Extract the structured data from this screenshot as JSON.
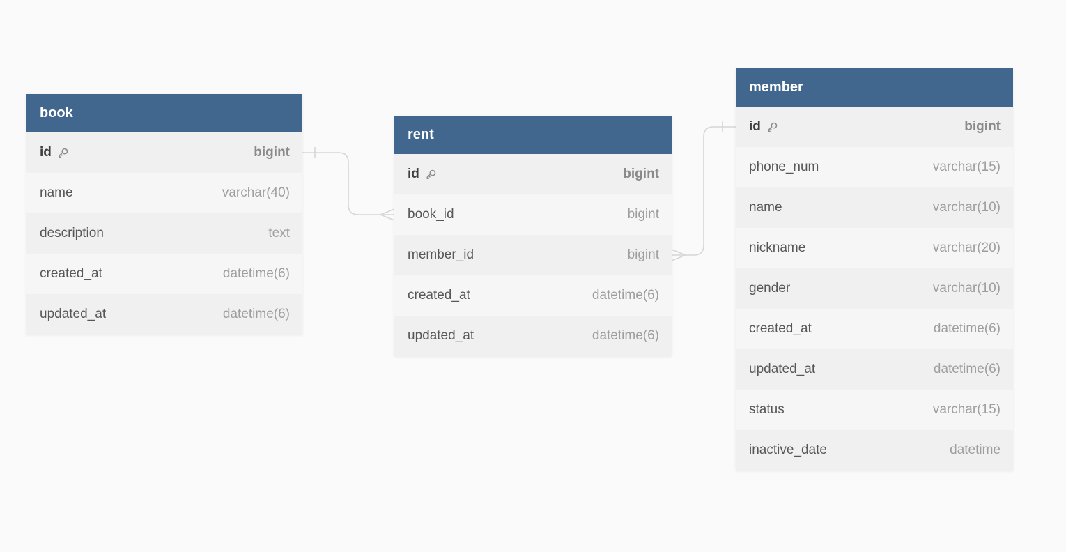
{
  "diagram": {
    "background_color": "#fafafa",
    "table_header_color": "#41678f",
    "relationship_line_color": "#d6d6d6",
    "row_odd_color": "#f0f0f1",
    "row_even_color": "#f6f6f6"
  },
  "tables": [
    {
      "name": "book",
      "fields": [
        {
          "name": "id",
          "type": "bigint",
          "pk": true
        },
        {
          "name": "name",
          "type": "varchar(40)"
        },
        {
          "name": "description",
          "type": "text"
        },
        {
          "name": "created_at",
          "type": "datetime(6)"
        },
        {
          "name": "updated_at",
          "type": "datetime(6)"
        }
      ]
    },
    {
      "name": "rent",
      "fields": [
        {
          "name": "id",
          "type": "bigint",
          "pk": true
        },
        {
          "name": "book_id",
          "type": "bigint"
        },
        {
          "name": "member_id",
          "type": "bigint"
        },
        {
          "name": "created_at",
          "type": "datetime(6)"
        },
        {
          "name": "updated_at",
          "type": "datetime(6)"
        }
      ]
    },
    {
      "name": "member",
      "fields": [
        {
          "name": "id",
          "type": "bigint",
          "pk": true
        },
        {
          "name": "phone_num",
          "type": "varchar(15)"
        },
        {
          "name": "name",
          "type": "varchar(10)"
        },
        {
          "name": "nickname",
          "type": "varchar(20)"
        },
        {
          "name": "gender",
          "type": "varchar(10)"
        },
        {
          "name": "created_at",
          "type": "datetime(6)"
        },
        {
          "name": "updated_at",
          "type": "datetime(6)"
        },
        {
          "name": "status",
          "type": "varchar(15)"
        },
        {
          "name": "inactive_date",
          "type": "datetime"
        }
      ]
    }
  ],
  "relationships": [
    {
      "from": "book.id",
      "to": "rent.book_id",
      "from_cardinality": "one",
      "to_cardinality": "many"
    },
    {
      "from": "member.id",
      "to": "rent.member_id",
      "from_cardinality": "one",
      "to_cardinality": "many"
    }
  ]
}
